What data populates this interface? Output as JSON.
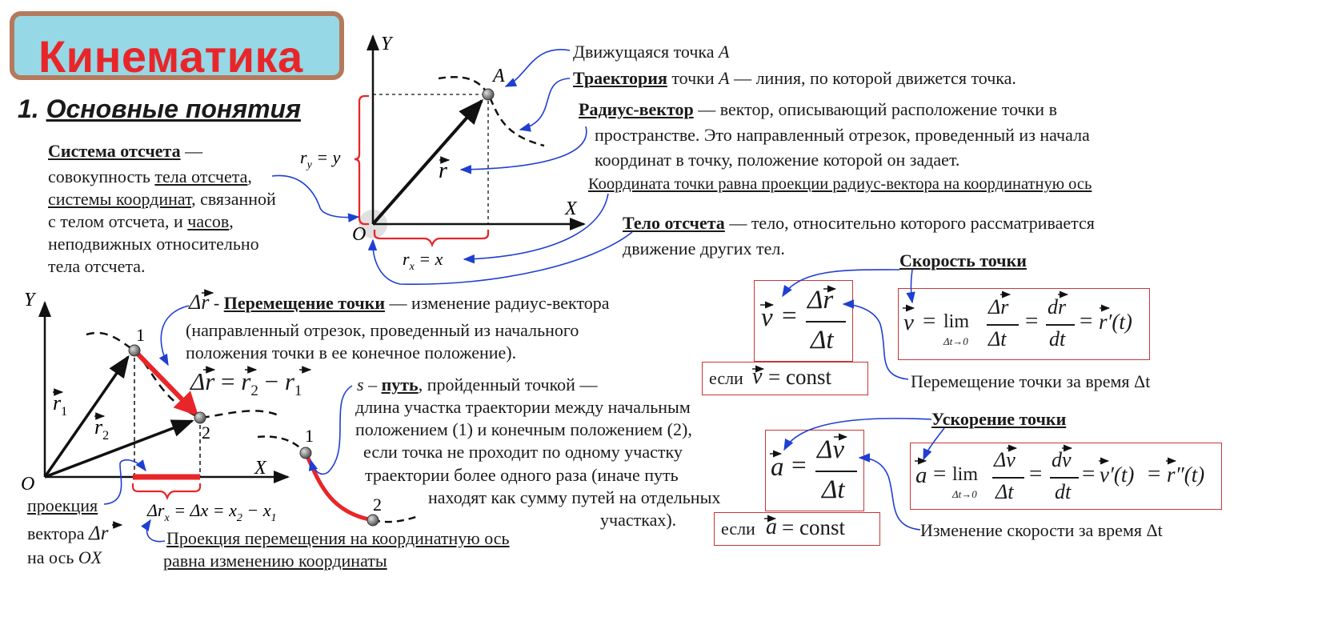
{
  "title": "Кинематика",
  "section": {
    "number": "1.",
    "title": "Основные понятия"
  },
  "ref_system": {
    "term": "Система отсчета",
    "dash": "—",
    "lines": [
      {
        "a": "совокупность ",
        "u": "тела отсчета",
        "b": ","
      },
      {
        "u": "системы координат",
        "b": ", связанной"
      },
      {
        "a": "с телом отсчета, и ",
        "u": "часов",
        "b": ","
      },
      {
        "a": "неподвижных относительно"
      },
      {
        "a": "тела отсчета."
      }
    ]
  },
  "top_diagram": {
    "axis_y": "Y",
    "axis_x": "X",
    "origin": "O",
    "point": "A",
    "r_vec": "r",
    "ry_label": "r",
    "ry_sub": "y",
    "ry_eq": " = y",
    "rx_label": "r",
    "rx_sub": "x",
    "rx_eq": " = x"
  },
  "moving_point": {
    "text": "Движущаяся точка ",
    "var": "A"
  },
  "trajectory": {
    "term": "Траектория",
    "text": " точки ",
    "var": "A",
    "rest": " — линия, по которой движется точка."
  },
  "radius_vector": {
    "term": "Радиус-вектор",
    "line1": " — вектор, описывающий расположение точки в",
    "line2": "пространстве. Это направленный отрезок, проведенный из начала",
    "line3": "координат в точку, положение которой он задает."
  },
  "coord_note": "Координата точки равна проекции радиус-вектора на координатную ось",
  "body_ref": {
    "term": "Тело отсчета",
    "line1": " — тело, относительно которого рассматривается",
    "line2": "движение других тел."
  },
  "displacement": {
    "symbol": "Δr",
    "sep": " - ",
    "term": "Перемещение точки",
    "line1": " — изменение радиус-вектора",
    "line2": "(направленный отрезок, проведенный из начального",
    "line3": "положения точки в ее конечное положение).",
    "formula_lhs": "Δr",
    "formula_eq": " = ",
    "formula_r2": "r",
    "formula_sub2": "2",
    "formula_minus": " − ",
    "formula_r1": "r",
    "formula_sub1": "1"
  },
  "path": {
    "symbol": "s",
    "sep": " – ",
    "term": "путь",
    "lines": [
      ", пройденный точкой —",
      "длина участка траектории между начальным",
      "положением (1) и конечным положением (2),",
      "если точка не проходит по одному участку",
      "траектории более одного раза (иначе путь",
      "находят как сумму путей на отдельных",
      "участках)."
    ],
    "p1": "1",
    "p2": "2"
  },
  "bottom_diagram": {
    "axis_y": "Y",
    "axis_x": "X",
    "origin": "O",
    "p1": "1",
    "p2": "2",
    "r1": "r",
    "r1_sub": "1",
    "r2": "r",
    "r2_sub": "2",
    "dx_formula": "Δr",
    "dx_sub": "x",
    "dx_rest": " = Δx = x",
    "dx_sub2": "2",
    "dx_minus": " − x",
    "dx_sub1": "1"
  },
  "projection": {
    "word": "проекция",
    "line2": "вектора ",
    "vec": "Δr",
    "line3": "на ось ",
    "axis": "OX"
  },
  "projection_note": {
    "line1": "Проекция перемещения на координатную ось",
    "line2": "равна изменению координаты"
  },
  "velocity": {
    "title": "Скорость точки",
    "small_lhs": "v",
    "small_num": "Δr",
    "small_den": "Δt",
    "cond_prefix": "если ",
    "cond_var": "v",
    "cond_rest": " = const",
    "lim": "lim",
    "lim_sub": "Δt→0",
    "frac1_num": "Δr",
    "frac1_den": "Δt",
    "frac2_num": "dr",
    "frac2_den": "dt",
    "deriv": "r′(t)",
    "note": "Перемещение точки за время Δt"
  },
  "acceleration": {
    "title": "Ускорение точки",
    "small_lhs": "a",
    "small_num": "Δv",
    "small_den": "Δt",
    "cond_prefix": "если ",
    "cond_var": "a",
    "cond_rest": " = const",
    "lim": "lim",
    "lim_sub": "Δt→0",
    "frac1_num": "Δv",
    "frac1_den": "Δt",
    "frac2_num": "dv",
    "frac2_den": "dt",
    "deriv1": "v′(t)",
    "deriv2": "r″(t)",
    "note": "Изменение скорости за время Δt"
  },
  "colors": {
    "red": "#e8262a",
    "blue": "#1f3fd0",
    "frame": "#c8363a",
    "title_bg": "#96d8e6",
    "title_border": "#b47a5c"
  }
}
